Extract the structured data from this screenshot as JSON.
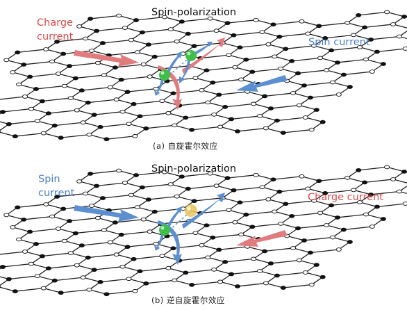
{
  "panel_a": {
    "title": "Spin-polarization",
    "charge_label_line1": "Charge",
    "charge_label_line2": "current",
    "spin_label": "Spin current",
    "caption": "(a) 自旋霍尔效应"
  },
  "panel_b": {
    "title": "Spin-polarization",
    "spin_label_line1": "Spin",
    "spin_label_line2": "current",
    "charge_label": "Charge current",
    "caption": "(b) 逆自旋霍尔效应"
  },
  "colors": {
    "red_arrow": "#e07b7e",
    "blue_arrow": "#5b8fcf",
    "green_ball": "#3fbf4a",
    "yellow_ball": "#e8c45a",
    "lattice": "#222222"
  }
}
